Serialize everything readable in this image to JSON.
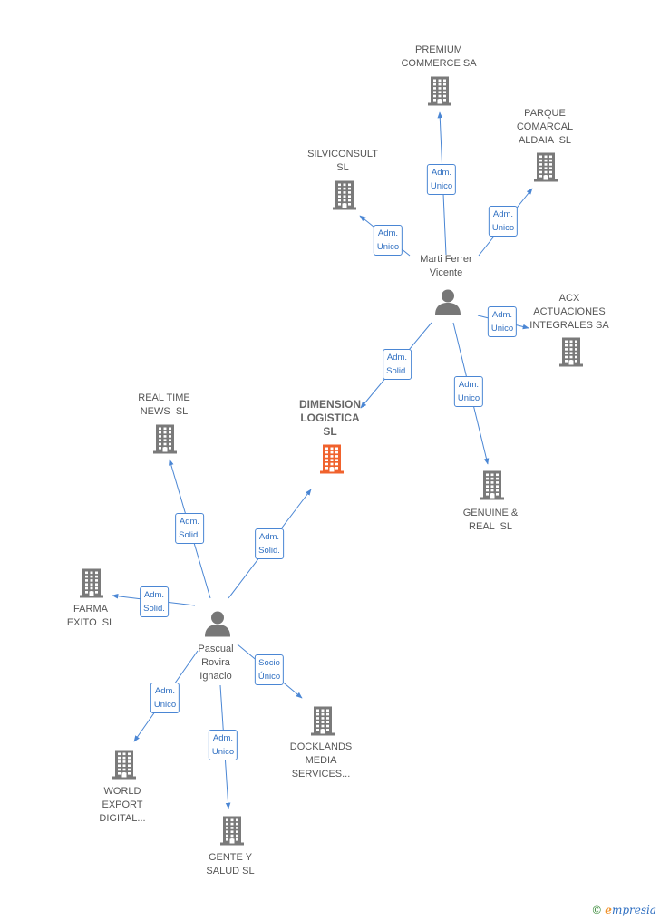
{
  "colors": {
    "edge": "#4a86d4",
    "company": "#7a7a7a",
    "focus_company": "#f0622d",
    "person": "#777777"
  },
  "persons": [
    {
      "id": "marti",
      "label": "Marti Ferrer\nVicente"
    },
    {
      "id": "pascual",
      "label": "Pascual\nRovira\nIgnacio"
    }
  ],
  "companies": [
    {
      "id": "premium",
      "label": "PREMIUM\nCOMMERCE SA"
    },
    {
      "id": "parque",
      "label": "PARQUE\nCOMARCAL\nALDAIA  SL"
    },
    {
      "id": "silvi",
      "label": "SILVICONSULT\nSL"
    },
    {
      "id": "acx",
      "label": "ACX\nACTUACIONES\nINTEGRALES SA"
    },
    {
      "id": "dimension",
      "label": "DIMENSION\nLOGISTICA\nSL",
      "focus": true
    },
    {
      "id": "genuine",
      "label": "GENUINE &\nREAL  SL"
    },
    {
      "id": "realtime",
      "label": "REAL TIME\nNEWS  SL"
    },
    {
      "id": "farma",
      "label": "FARMA\nEXITO  SL"
    },
    {
      "id": "docklands",
      "label": "DOCKLANDS\nMEDIA\nSERVICES..."
    },
    {
      "id": "world",
      "label": "WORLD\nEXPORT\nDIGITAL..."
    },
    {
      "id": "gente",
      "label": "GENTE Y\nSALUD SL"
    }
  ],
  "edges": [
    {
      "from": "marti",
      "to": "premium",
      "label": "Adm.\nUnico"
    },
    {
      "from": "marti",
      "to": "parque",
      "label": "Adm.\nUnico"
    },
    {
      "from": "marti",
      "to": "silvi",
      "label": "Adm.\nUnico"
    },
    {
      "from": "marti",
      "to": "acx",
      "label": "Adm.\nUnico"
    },
    {
      "from": "marti",
      "to": "dimension",
      "label": "Adm.\nSolid."
    },
    {
      "from": "marti",
      "to": "genuine",
      "label": "Adm.\nUnico"
    },
    {
      "from": "pascual",
      "to": "realtime",
      "label": "Adm.\nSolid."
    },
    {
      "from": "pascual",
      "to": "dimension",
      "label": "Adm.\nSolid."
    },
    {
      "from": "pascual",
      "to": "farma",
      "label": "Adm.\nSolid."
    },
    {
      "from": "pascual",
      "to": "docklands",
      "label": "Socio\nÚnico"
    },
    {
      "from": "pascual",
      "to": "world",
      "label": "Adm.\nUnico"
    },
    {
      "from": "pascual",
      "to": "gente",
      "label": "Adm.\nUnico"
    }
  ],
  "footer": {
    "copyright": "©",
    "brand_e": "e",
    "brand_rest": "mpresia"
  }
}
